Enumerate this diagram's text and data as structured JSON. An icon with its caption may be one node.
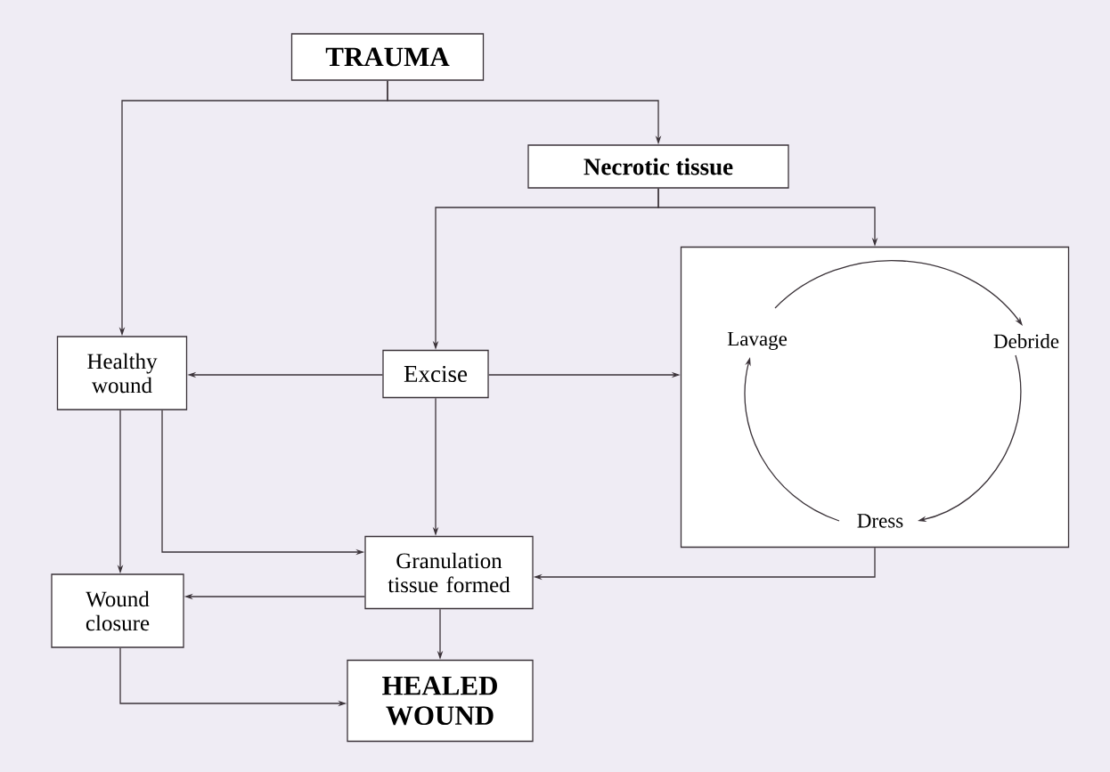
{
  "diagram": {
    "nodes": [
      {
        "text": [
          "TRAUMA"
        ]
      },
      {
        "text": [
          "Necrotic tissue"
        ]
      },
      {
        "text": [],
        "shape": "box"
      },
      {
        "text": [
          "Lavage"
        ],
        "in": 2
      },
      {
        "text": [
          "Debride"
        ],
        "in": 2
      },
      {
        "text": [
          "Dress"
        ],
        "in": 2
      },
      {
        "text": [
          "Healthy wound"
        ]
      },
      {
        "text": [
          "Excise"
        ]
      },
      {
        "text": [
          "Granulation tissue formed"
        ]
      },
      {
        "text": [
          "Wound closure"
        ]
      },
      {
        "text": [
          "HEALED WOUND"
        ]
      }
    ],
    "edges": [
      {
        "from": 0,
        "to": 6,
        "arrow": "to"
      },
      {
        "from": 0,
        "to": 1,
        "arrow": "to"
      },
      {
        "from": 1,
        "to": 7,
        "arrow": "to"
      },
      {
        "from": 1,
        "to": 2,
        "arrow": "to"
      },
      {
        "from": 7,
        "to": 6,
        "arrow": "to"
      },
      {
        "from": 7,
        "to": 2,
        "arrow": "to"
      },
      {
        "from": 7,
        "to": 8,
        "arrow": "to"
      },
      {
        "from": 6,
        "to": 9,
        "arrow": "to"
      },
      {
        "from": 6,
        "to": 8,
        "arrow": "to"
      },
      {
        "from": 2,
        "to": 8,
        "arrow": "to"
      },
      {
        "from": 8,
        "to": 9,
        "arrow": "to"
      },
      {
        "from": 9,
        "to": 10,
        "arrow": "to"
      },
      {
        "from": 8,
        "to": 10,
        "arrow": "to"
      },
      {
        "from": 3,
        "to": 4,
        "arrow": "to"
      },
      {
        "from": 4,
        "to": 5,
        "arrow": "to"
      },
      {
        "from": 5,
        "to": 3,
        "arrow": "to"
      }
    ]
  }
}
